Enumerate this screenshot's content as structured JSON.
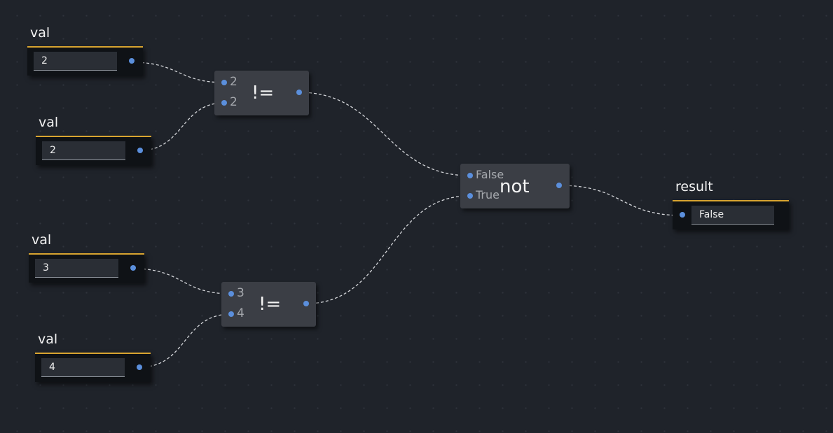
{
  "value_nodes": [
    {
      "title": "val",
      "value": "2"
    },
    {
      "title": "val",
      "value": "2"
    },
    {
      "title": "val",
      "value": "3"
    },
    {
      "title": "val",
      "value": "4"
    }
  ],
  "ne_nodes": [
    {
      "op": "!=",
      "inputs": [
        "2",
        "2"
      ]
    },
    {
      "op": "!=",
      "inputs": [
        "3",
        "4"
      ]
    }
  ],
  "not_node": {
    "op": "not",
    "inputs": [
      "False",
      "True"
    ]
  },
  "result_node": {
    "title": "result",
    "value": "False"
  },
  "colors": {
    "background": "#1f232a",
    "port": "#5b8fdc",
    "header_accent": "#d8a430",
    "wire": "#d4d6da"
  }
}
